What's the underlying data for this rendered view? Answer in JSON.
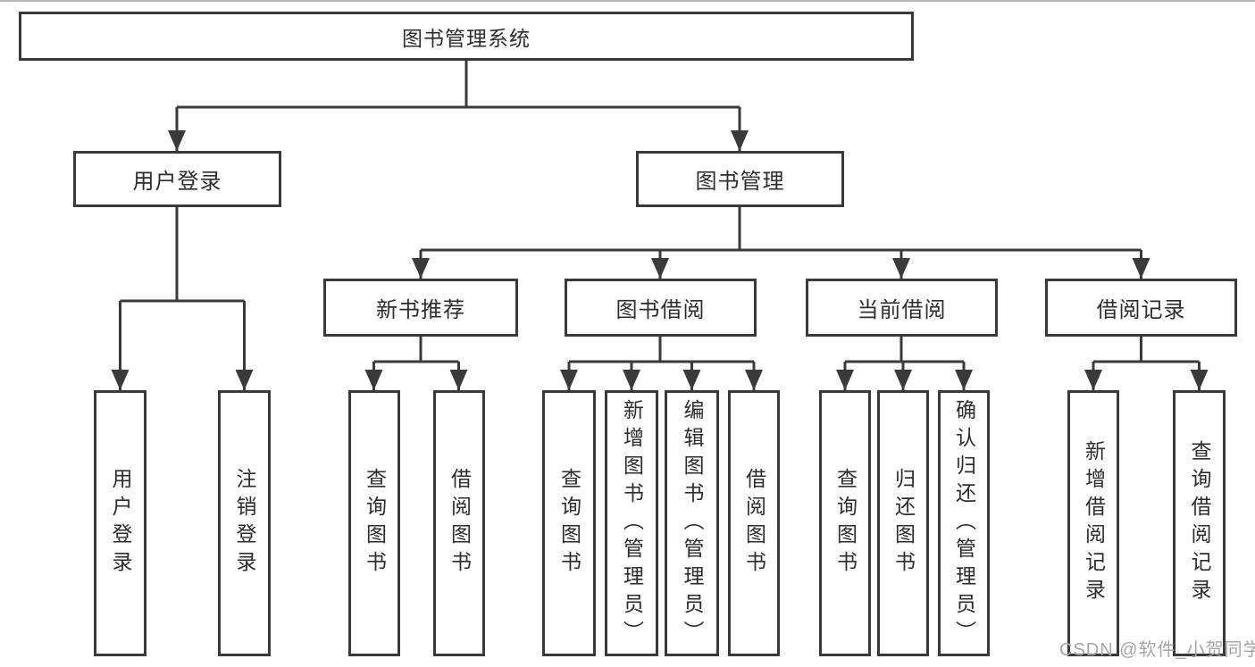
{
  "diagram": {
    "type": "hierarchy-tree",
    "colors": {
      "line": "#3a3a3a",
      "text": "#2d2d2d",
      "watermark": "#a6a6a6",
      "background": "#ffffff"
    }
  },
  "tree": {
    "root": {
      "label": "图书管理系统",
      "children": [
        {
          "label": "用户登录",
          "children": [
            {
              "label": "用户登录"
            },
            {
              "label": "注销登录"
            }
          ]
        },
        {
          "label": "图书管理",
          "children": [
            {
              "label": "新书推荐",
              "children": [
                {
                  "label": "查询图书"
                },
                {
                  "label": "借阅图书"
                }
              ]
            },
            {
              "label": "图书借阅",
              "children": [
                {
                  "label": "查询图书"
                },
                {
                  "label": "新增图书（管理员）"
                },
                {
                  "label": "编辑图书（管理员）"
                },
                {
                  "label": "借阅图书"
                }
              ]
            },
            {
              "label": "当前借阅",
              "children": [
                {
                  "label": "查询图书"
                },
                {
                  "label": "归还图书"
                },
                {
                  "label": "确认归还（管理员）"
                }
              ]
            },
            {
              "label": "借阅记录",
              "children": [
                {
                  "label": "新增借阅记录"
                },
                {
                  "label": "查询借阅记录"
                }
              ]
            }
          ]
        }
      ]
    }
  },
  "watermark": {
    "text": "CSDN @软件_小贺同学"
  }
}
